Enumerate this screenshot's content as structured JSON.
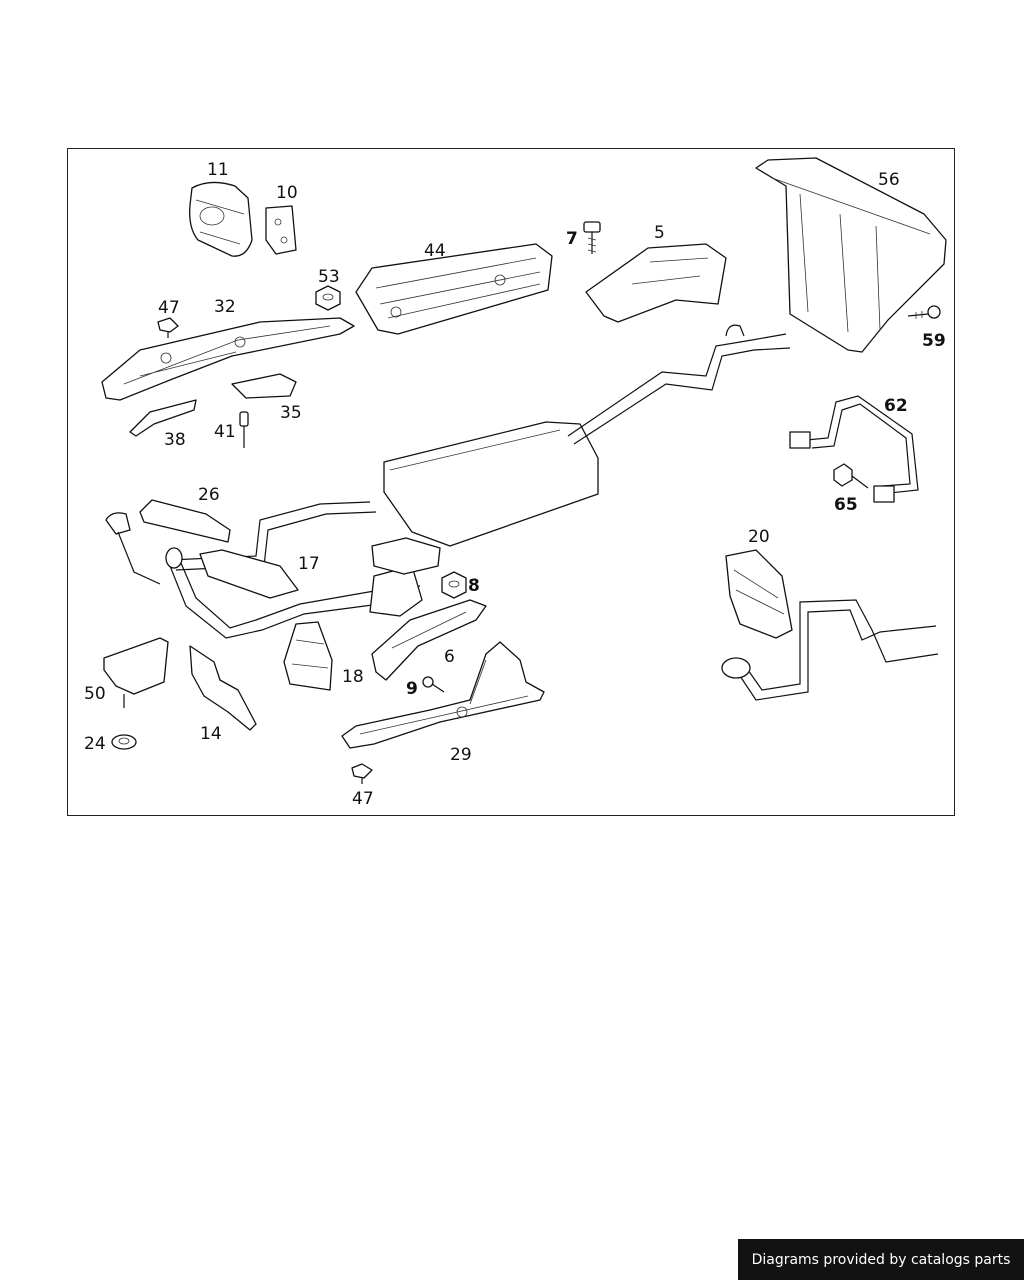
{
  "credit": "Diagrams provided by catalogs parts",
  "callouts": {
    "c11": "11",
    "c10": "10",
    "c44": "44",
    "c7": "7",
    "c5": "5",
    "c56": "56",
    "c53": "53",
    "c47a": "47",
    "c32": "32",
    "c59": "59",
    "c35": "35",
    "c41": "41",
    "c38": "38",
    "c62": "62",
    "c26": "26",
    "c65": "65",
    "c20": "20",
    "c17": "17",
    "c8": "8",
    "c6": "6",
    "c18": "18",
    "c9": "9",
    "c50": "50",
    "c14": "14",
    "c24": "24",
    "c29": "29",
    "c47b": "47"
  }
}
